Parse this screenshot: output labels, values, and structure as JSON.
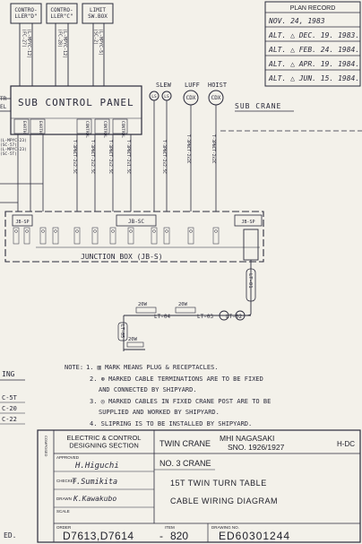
{
  "plan_record": {
    "title": "PLAN RECORD",
    "rows": [
      "NOV. 24, 1983",
      "ALT. △ DEC. 19. 1983.",
      "ALT. △ FEB. 24. 1984.",
      "ALT. △ APR. 19. 1984.",
      "ALT. △ JUN. 15. 1984."
    ]
  },
  "controllers": [
    {
      "label": "CONTRO-\nLLER\"D\"",
      "cable": "(L-MPYC-12)\n(FC-27)"
    },
    {
      "label": "CONTRO-\nLLER\"C\"",
      "cable": "(L-MPYC-12)\n(FC-28)"
    },
    {
      "label": "LIMIT\nSW.BOX",
      "cable": "(L-MPYC-5)\n(SC-2)"
    }
  ],
  "sub_control_panel": {
    "label": "SUB CONTROL PANEL"
  },
  "sub_crane_label": "SUB CRANE",
  "left_partial": {
    "top": "TR",
    "bottom": "EL"
  },
  "panel_terminals": [
    "EARTH",
    "EARTH",
    "CONTROL",
    "CONTROL",
    "CONTROL"
  ],
  "motor_groups": [
    {
      "title": "SLEW",
      "units": [
        "LS",
        "LS"
      ]
    },
    {
      "title": "LUFF",
      "units": [
        "CDX"
      ]
    },
    {
      "title": "HOIST",
      "units": [
        "CDX"
      ]
    }
  ],
  "left_cables": [
    "(L-MPYC-23)\n(SC-57)",
    "(L-MPYC-23)\n(SC-5T)"
  ],
  "center_cables": [
    "T-3PNCT-2x2.5C",
    "T-3PNCT-2x2.5C",
    "T-3PNCT-2x2.5C",
    "T-3PNCT-2x1.5C",
    "T-3PNCT-2x2.5C"
  ],
  "right_cables": [
    "T-3PNCT-2x2C",
    "T-3PNCT-2x2C"
  ],
  "junction_box": {
    "label": "JUNCTION BOX (JB-S)",
    "sections": [
      "JB-SP",
      "JB-SC",
      "JB-SP"
    ]
  },
  "lights": [
    {
      "watt": "20W",
      "tag": "LT-04"
    },
    {
      "watt": "20W",
      "tag": "LT-03"
    },
    {
      "watt": "",
      "tag": "LT-02"
    },
    {
      "watt": "20W",
      "tag": "LT-05"
    },
    {
      "watt": "",
      "tag": "LT-01"
    }
  ],
  "notes": {
    "header": "NOTE:",
    "items": [
      "1. ▥ MARK MEANS PLUG & RECEPTACLES.",
      "2. ⊛ MARKED CABLE TERMINATIONS ARE TO BE FIXED",
      "AND CONNECTED BY SHIPYARD.",
      "3. ◎ MARKED CABLES IN FIXED CRANE POST ARE TO BE",
      "SUPPLIED AND WORKED BY SHIPYARD.",
      "4. SLIPRING IS TO BE INSTALLED BY SHIPYARD."
    ]
  },
  "left_edge": {
    "ing": "ING",
    "refs": [
      "C-5T",
      "C-20",
      "C-22"
    ],
    "ed": "ED."
  },
  "title_block": {
    "company": "ELECTRIC & CONTROL\nDESIGNING SECTION",
    "company_tag": "COMPOSED",
    "product": "TWIN CRANE",
    "maker": "MHI NAGASAKI",
    "sno": "SNO. 1926/1927",
    "hdc": "H-DC",
    "approved_label": "APPROVED",
    "approved_sig": "H.Higuchi",
    "checked_label": "CHECKED",
    "checked_sig": "T.Sumikita",
    "drawn_label": "DRAWN",
    "drawn_sig": "K.Kawakubo",
    "scale_label": "SCALE",
    "crane_no": "NO. 3 CRANE",
    "title1": "15T TWIN TURN TABLE",
    "title2": "CABLE WIRING DIAGRAM",
    "order_label": "ORDER",
    "order": "D7613,D7614",
    "item_label": "ITEM",
    "item": "820",
    "drawing_label": "DRAWING NO.",
    "drawing": "ED60301244"
  }
}
